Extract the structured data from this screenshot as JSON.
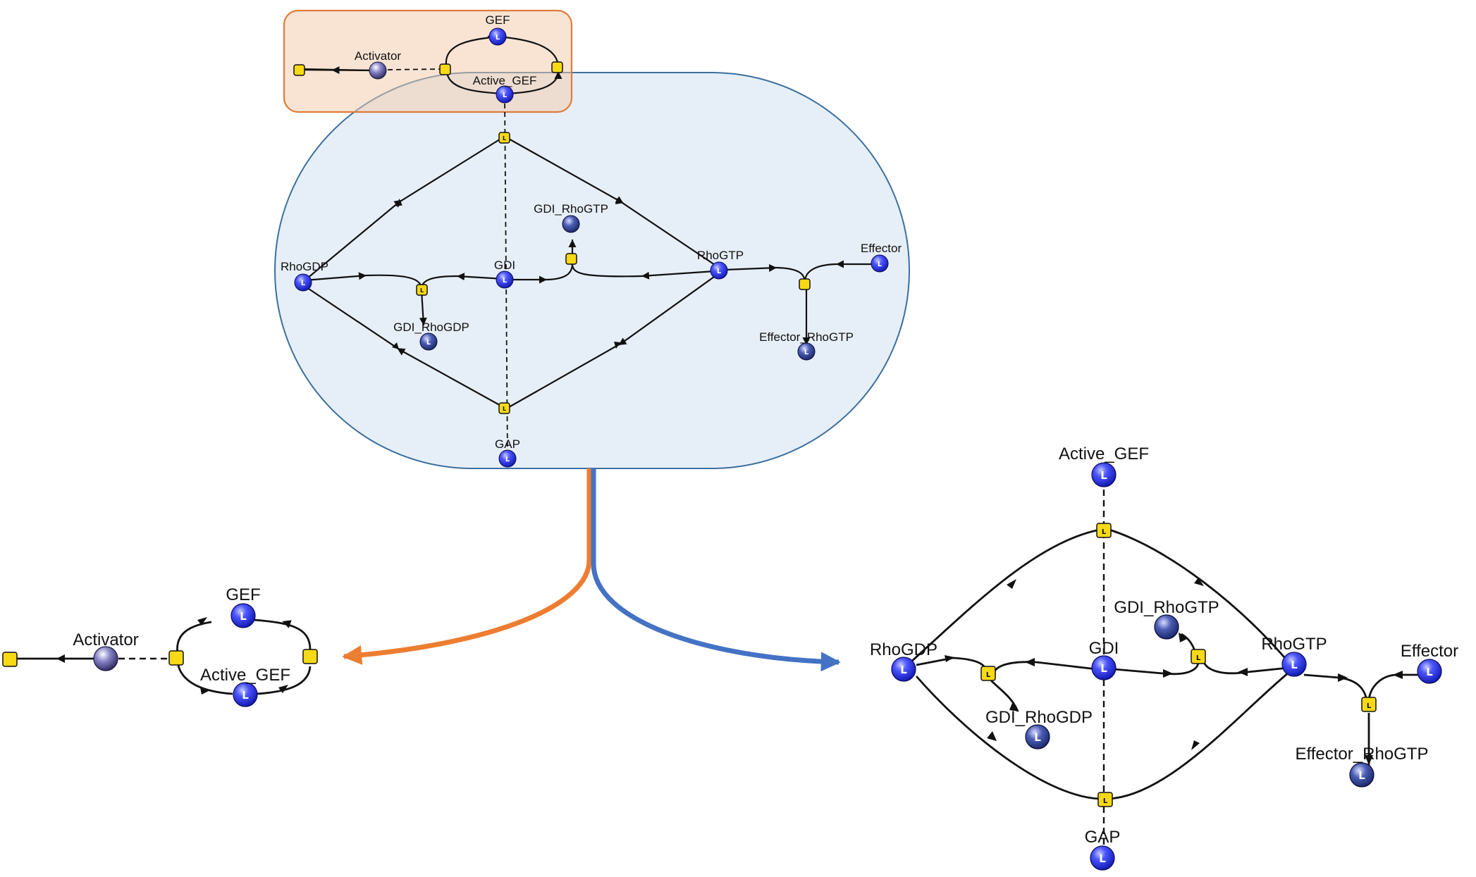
{
  "colors": {
    "compartment_fill": "#e6eff8",
    "compartment_stroke": "#3c6e9d",
    "submodel_fill": "#f8dfcb",
    "submodel_stroke": "#e07b3a",
    "arrow_orange": "#ed7d31",
    "arrow_blue": "#4472c4",
    "species_blue": "#2b35e8",
    "species_navy": "#2d3f8c",
    "process_yellow": "#f7d916"
  },
  "node_marker": "L",
  "species": {
    "activator": "Activator",
    "gef": "GEF",
    "active_gef": "Active_GEF",
    "rho_gdp": "RhoGDP",
    "rho_gtp": "RhoGTP",
    "gdi": "GDI",
    "gdi_rho_gtp": "GDI_RhoGTP",
    "gdi_rho_gdp": "GDI_RhoGDP",
    "effector": "Effector",
    "effector_rho_gtp": "Effector_RhoGTP",
    "gap": "GAP"
  }
}
